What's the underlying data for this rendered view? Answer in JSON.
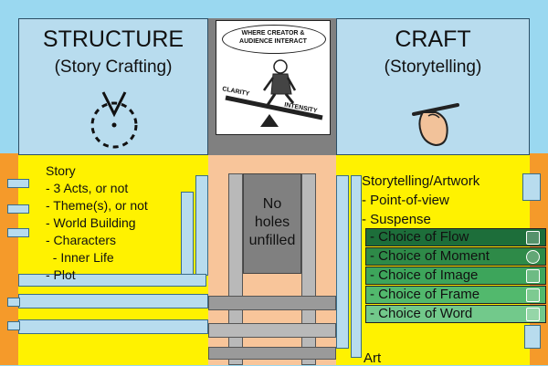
{
  "structure": {
    "title": "STRUCTURE",
    "subtitle": "(Story Crafting)"
  },
  "craft": {
    "title": "CRAFT",
    "subtitle": "(Storytelling)"
  },
  "cartoon": {
    "caption_line1": "WHERE CREATOR &",
    "caption_line2": "AUDIENCE INTERACT",
    "left_label": "CLARITY",
    "right_label": "INTENSITY"
  },
  "center_box": {
    "line1": "No",
    "line2": "holes",
    "line3": "unfilled"
  },
  "story_list": [
    "Story",
    "- 3 Acts, or not",
    "- Theme(s), or not",
    "- World Building",
    "- Characters",
    "  - Inner Life",
    "- Plot"
  ],
  "storytelling_list": [
    "Storytelling/Artwork",
    "- Point-of-view",
    "- Suspense"
  ],
  "choices": [
    {
      "label": "- Choice of Flow",
      "color": "#1d6e3a",
      "icon": "flow-icon"
    },
    {
      "label": "- Choice of Moment",
      "color": "#2e8a48",
      "icon": "clock-icon"
    },
    {
      "label": "- Choice of Image",
      "color": "#3da55b",
      "icon": "pen-icon"
    },
    {
      "label": "- Choice of Frame",
      "color": "#52b96d",
      "icon": "magnifier-icon"
    },
    {
      "label": "- Choice of Word",
      "color": "#72c98b",
      "icon": "speech-icon"
    }
  ],
  "art_label": "Art",
  "colors": {
    "sky": "#9ad8f0",
    "panel_blue": "#b8dcee",
    "yellow": "#fff200",
    "peach": "#f8c59a",
    "orange": "#f59a2a",
    "gray": "#808080"
  }
}
